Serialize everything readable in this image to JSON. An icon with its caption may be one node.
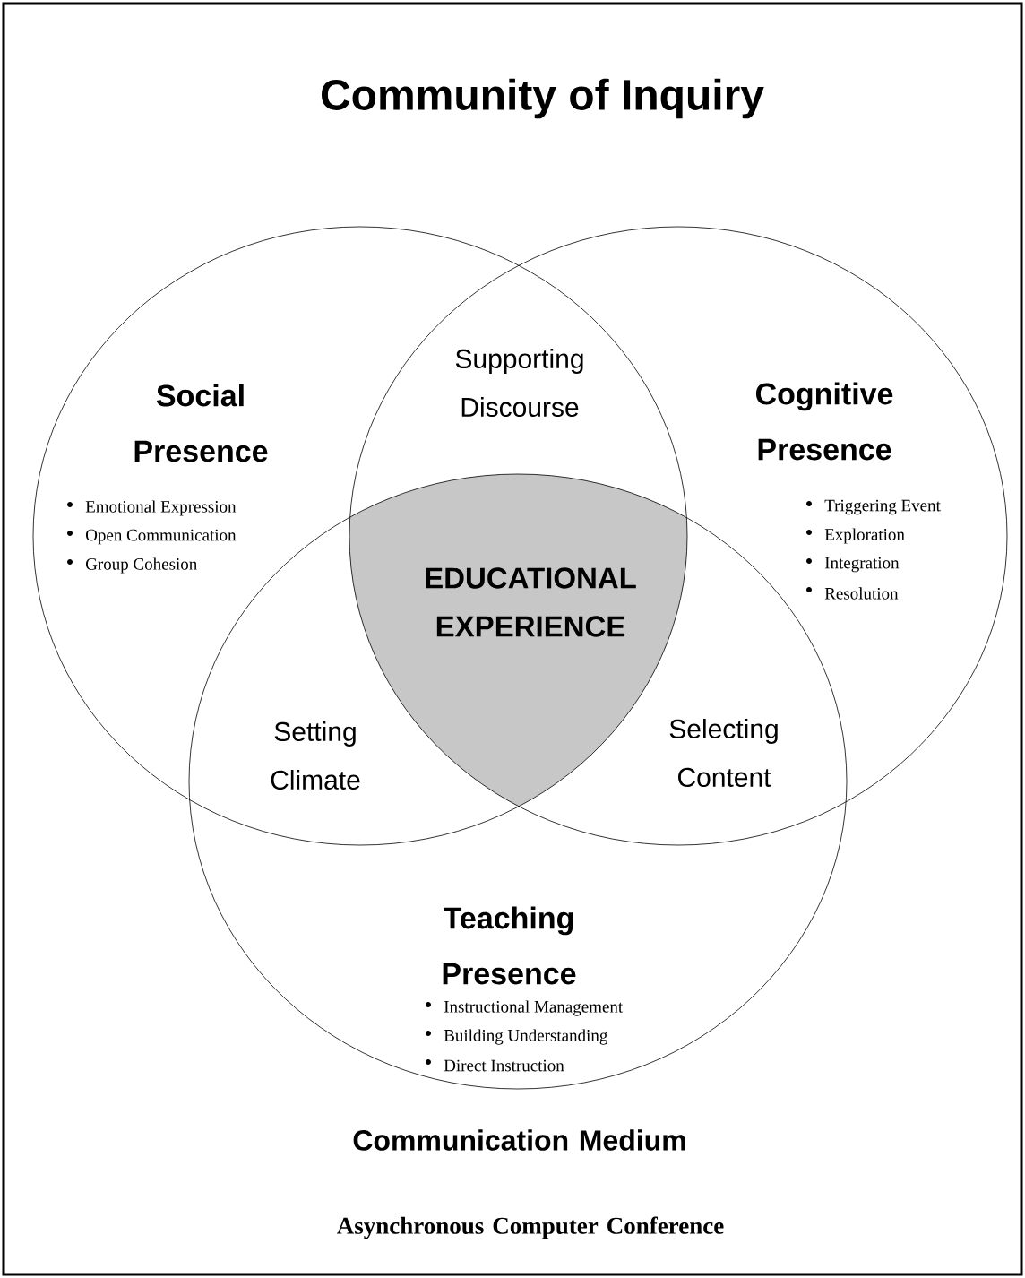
{
  "diagram": {
    "title": "Community of Inquiry",
    "nodes": [
      {
        "text": [
          "Social Presence",
          "Emotional Expression",
          "Open Communication",
          "Group Cohesion"
        ]
      },
      {
        "text": [
          "Cognitive Presence",
          "Triggering Event",
          "Exploration",
          "Integration",
          "Resolution"
        ]
      },
      {
        "text": [
          "Teaching Presence",
          "Instructional Management",
          "Building Understanding",
          "Direct Instruction"
        ]
      },
      {
        "text": [
          "EDUCATIONAL EXPERIENCE"
        ]
      }
    ],
    "labels": [
      "Supporting Discourse",
      "Setting Climate",
      "Selecting Content",
      "Communication Medium",
      "Asynchronous Computer Conference"
    ]
  }
}
